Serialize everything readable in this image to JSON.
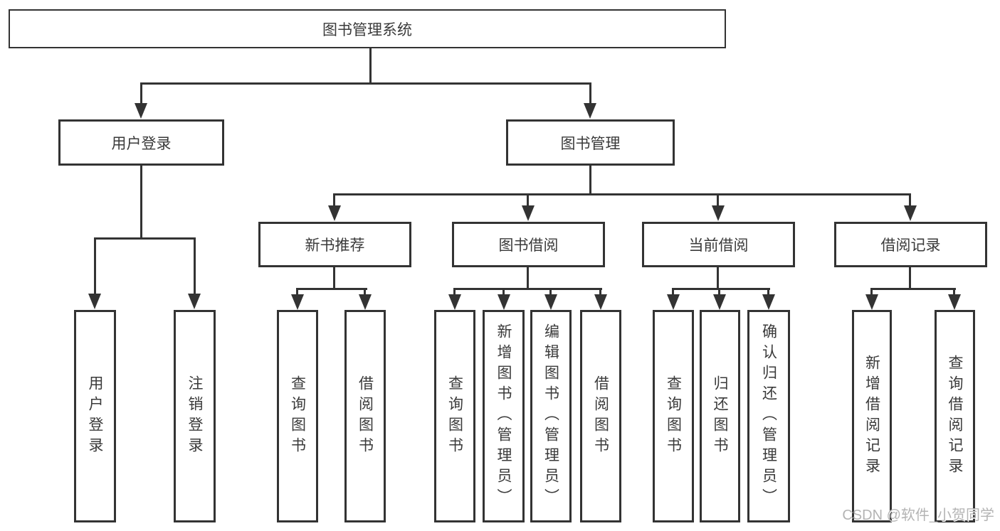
{
  "colors": {
    "line": "#333333",
    "text": "#3a3a3a",
    "watermark": "#b4b4b4",
    "background": "#ffffff"
  },
  "watermark": {
    "text": "CSDN @软件_小贺同学"
  },
  "diagram": {
    "root": {
      "label": "图书管理系统",
      "children": [
        {
          "label": "用户登录",
          "children": [
            {
              "label": "用户登录"
            },
            {
              "label": "注销登录"
            }
          ]
        },
        {
          "label": "图书管理",
          "children": [
            {
              "label": "新书推荐",
              "children": [
                {
                  "label": "查询图书"
                },
                {
                  "label": "借阅图书"
                }
              ]
            },
            {
              "label": "图书借阅",
              "children": [
                {
                  "label": "查询图书"
                },
                {
                  "label": "新增图书（管理员）"
                },
                {
                  "label": "编辑图书（管理员）"
                },
                {
                  "label": "借阅图书"
                }
              ]
            },
            {
              "label": "当前借阅",
              "children": [
                {
                  "label": "查询图书"
                },
                {
                  "label": "归还图书"
                },
                {
                  "label": "确认归还（管理员）"
                }
              ]
            },
            {
              "label": "借阅记录",
              "children": [
                {
                  "label": "新增借阅记录"
                },
                {
                  "label": "查询借阅记录"
                }
              ]
            }
          ]
        }
      ]
    }
  }
}
